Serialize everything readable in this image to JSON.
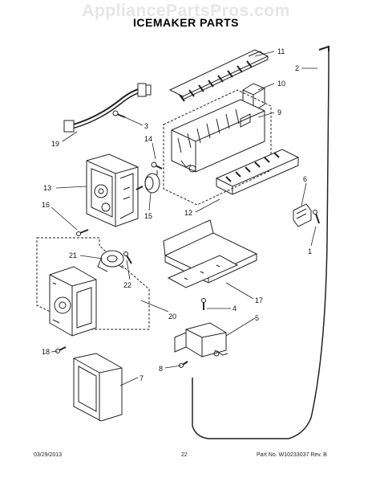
{
  "watermark": "AppliancePartsPros.com",
  "title": "ICEMAKER PARTS",
  "callouts": [
    "11",
    "2",
    "10",
    "9",
    "3",
    "19",
    "14",
    "13",
    "15",
    "12",
    "6",
    "16",
    "1",
    "21",
    "22",
    "17",
    "4",
    "20",
    "5",
    "18",
    "8",
    "7"
  ],
  "footer": {
    "date": "03/29/2013",
    "page": "22",
    "part": "Part No.  W10233037  Rev.  B"
  }
}
